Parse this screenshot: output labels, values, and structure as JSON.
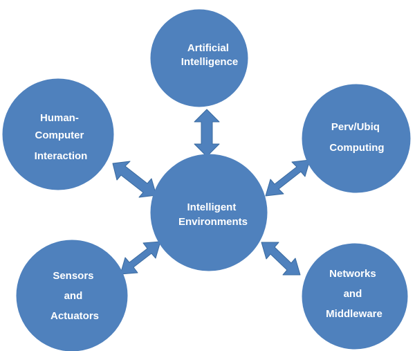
{
  "diagram": {
    "center": {
      "lines": [
        "Intelligent",
        "Environments"
      ]
    },
    "nodes": [
      {
        "id": "ai",
        "lines": [
          "Artificial",
          "Intelligence"
        ]
      },
      {
        "id": "hci",
        "lines": [
          "Human-",
          "Computer",
          "Interaction"
        ]
      },
      {
        "id": "perv",
        "lines": [
          "Perv/Ubiq",
          "Computing"
        ]
      },
      {
        "id": "sensors",
        "lines": [
          "Sensors",
          "and",
          "Actuators"
        ]
      },
      {
        "id": "net",
        "lines": [
          "Networks",
          "and",
          "Middleware"
        ]
      }
    ],
    "colors": {
      "fill": "#4f81bd",
      "arrow": "#4f81bd",
      "arrow_stroke": "#3a6a9f",
      "text": "#ffffff"
    }
  }
}
